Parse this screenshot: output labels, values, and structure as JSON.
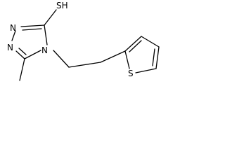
{
  "molecule": {
    "atoms": {
      "thiol": "SH",
      "n1": "N",
      "n2": "N",
      "n4": "N",
      "thiophene_s": "S"
    }
  }
}
